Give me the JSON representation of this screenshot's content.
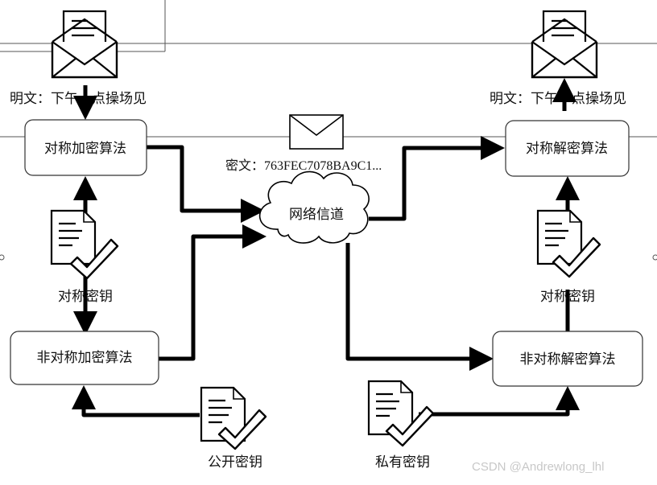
{
  "plaintext_left": "明文：下午一点操场见",
  "plaintext_right": "明文：下午一点操场见",
  "sym_encrypt": "对称加密算法",
  "sym_decrypt": "对称解密算法",
  "asym_encrypt": "非对称加密算法",
  "asym_decrypt": "非对称解密算法",
  "ciphertext": "密文：763FEC7078BA9C1...",
  "channel": "网络信道",
  "sym_key_left": "对称密钥",
  "sym_key_right": "对称密钥",
  "public_key": "公开密钥",
  "private_key": "私有密钥",
  "watermark": "CSDN @Andrewlong_lhl"
}
